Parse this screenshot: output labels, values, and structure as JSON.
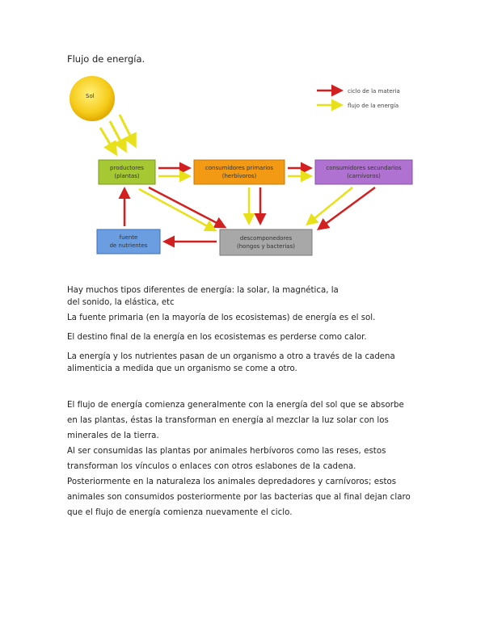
{
  "heading": "Flujo de energía.",
  "diagram": {
    "sun": "Sol",
    "legend": {
      "matter": "ciclo de la materia",
      "energy": "flujo de la energía"
    },
    "producers": [
      "productores",
      "(plantas)"
    ],
    "primary": [
      "consumidores primarios",
      "(herbívoros)"
    ],
    "secondary": [
      "consumidores secundarios",
      "(carnívoros)"
    ],
    "nutrients": [
      "fuente",
      "de nutrientes"
    ],
    "decomposers": [
      "descomponedores",
      "(hongos y bacterias)"
    ]
  },
  "paragraphs": {
    "p1a": "Hay muchos tipos diferentes de energía: la solar, la magnética, la",
    "p1b": "del sonido, la elástica, etc",
    "p2": "La fuente primaria (en la mayoría de los ecosistemas) de energía es el sol.",
    "p3": "El destino final de la energía en los ecosistemas es perderse como calor.",
    "p4a": "La energía y los nutrientes pasan de un organismo a otro a través de la cadena",
    "p4b": "alimenticia a medida que un organismo se come a otro."
  },
  "body_lines": [
    "El flujo de energía comienza generalmente con la energía del sol que se absorbe",
    "en las plantas, éstas la transforman en energía al mezclar la luz solar con los",
    "minerales de la tierra.",
    "Al ser consumidas las plantas por animales herbívoros como las reses, estos",
    "transforman los vínculos o enlaces con otros eslabones de la cadena.",
    "Posteriormente en la naturaleza los animales depredadores y carnívoros; estos",
    "animales son consumidos posteriormente por las bacterias que al final dejan claro",
    "que  el flujo de energía comienza nuevamente el ciclo."
  ]
}
